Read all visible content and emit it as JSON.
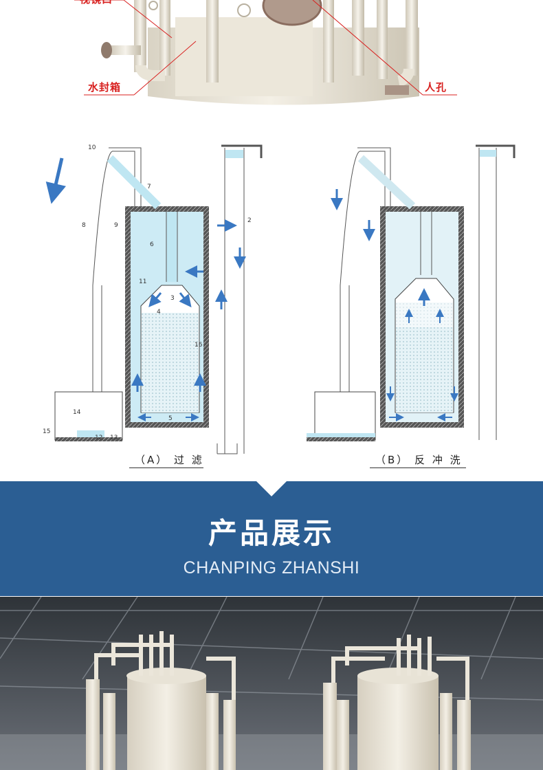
{
  "top_photo": {
    "callouts": {
      "partial": "视镜口",
      "water_seal_box": "水封箱",
      "manhole": "人孔"
    }
  },
  "diagram": {
    "panel_a": {
      "caption": "（A） 过 滤",
      "labels": [
        "10",
        "7",
        "8",
        "9",
        "6",
        "2",
        "11",
        "3",
        "4",
        "16",
        "5",
        "14",
        "15",
        "12",
        "13"
      ]
    },
    "panel_b": {
      "caption": "（B） 反 冲 洗"
    }
  },
  "banner": {
    "title": "产品展示",
    "subtitle": "CHANPING ZHANSHI"
  },
  "colors": {
    "banner": "#2b5e93",
    "callout": "#d8201f",
    "water": "#bfe6f2",
    "arrow": "#3a78c2"
  }
}
